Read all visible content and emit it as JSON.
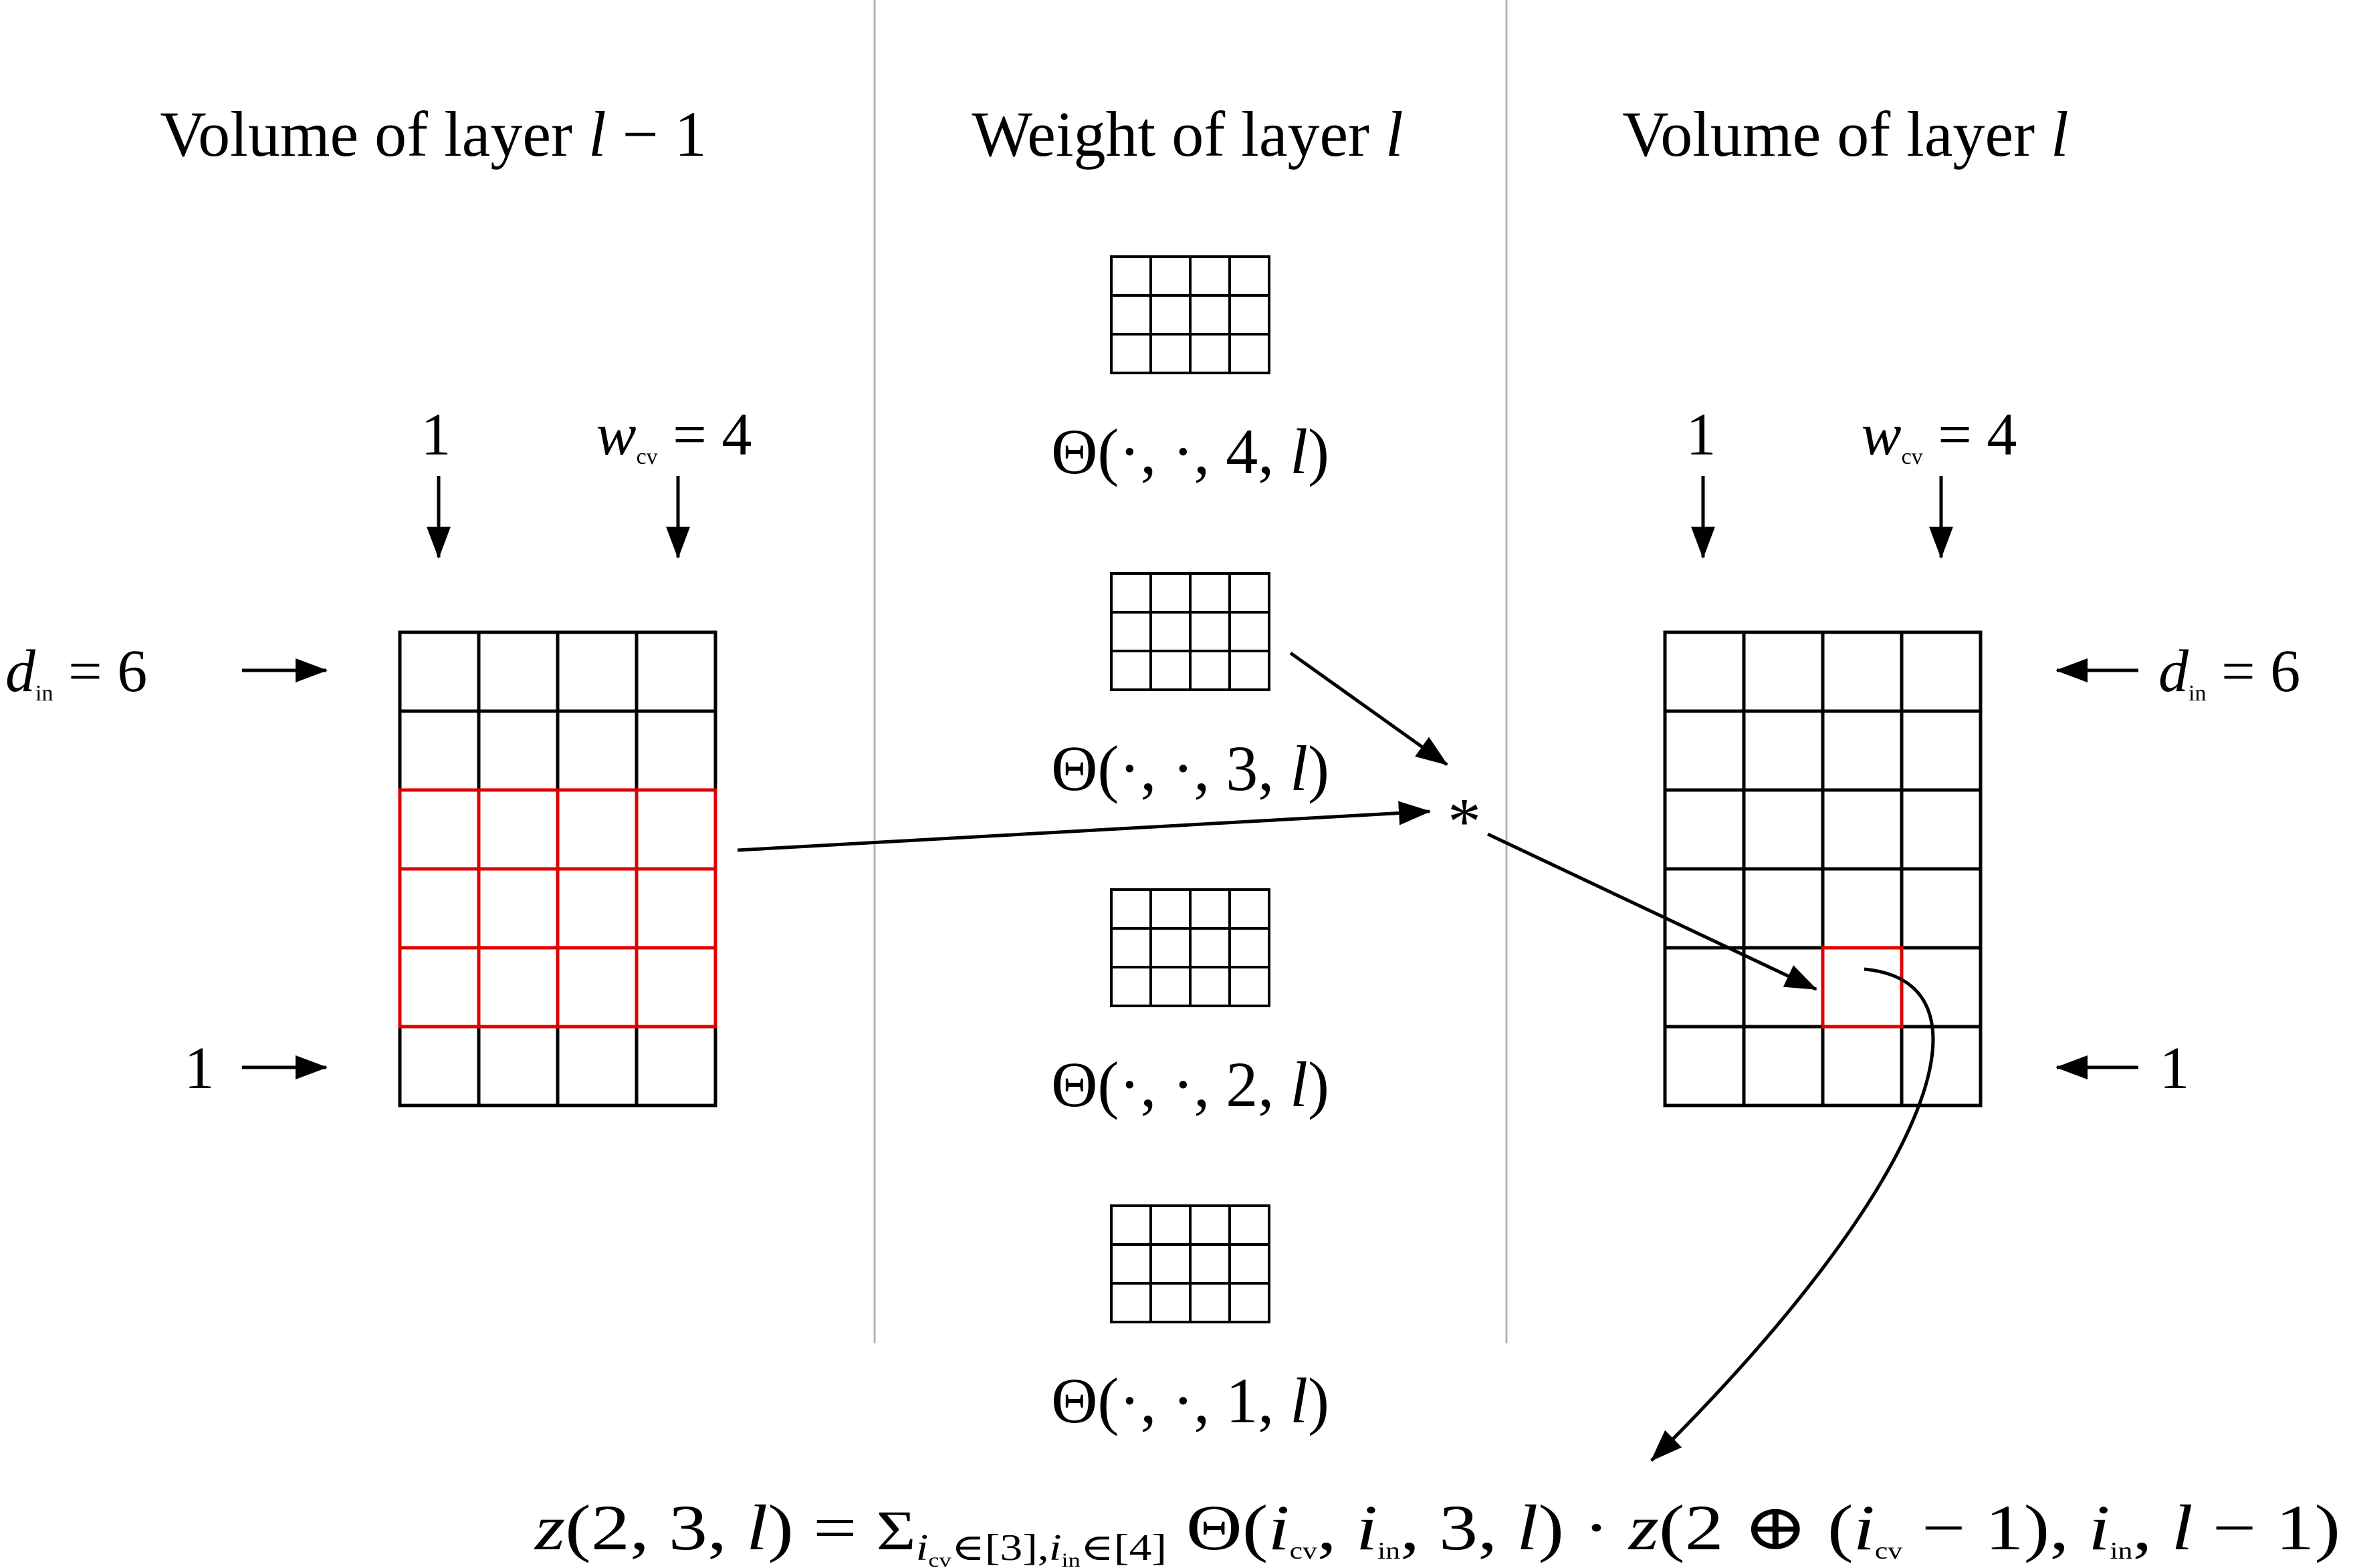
{
  "headers": {
    "left": {
      "text": "Volume of layer ",
      "var": "l",
      "suffix": " − 1"
    },
    "middle": {
      "text": "Weight of layer ",
      "var": "l"
    },
    "right": {
      "text": "Volume of layer ",
      "var": "l"
    }
  },
  "input_volume": {
    "rows": 6,
    "cols": 4,
    "highlighted_rows": [
      3,
      4,
      5
    ],
    "top_label_left": "1",
    "top_label_right": {
      "var": "w",
      "sub": "cv",
      "rest": " = 4"
    },
    "side_label_top": {
      "var": "d",
      "sub": "in",
      "rest": " = 6"
    },
    "side_label_bottom": "1"
  },
  "output_volume": {
    "rows": 6,
    "cols": 4,
    "highlighted_cell": {
      "row": 5,
      "col": 3
    },
    "top_label_left": "1",
    "top_label_right": {
      "var": "w",
      "sub": "cv",
      "rest": " = 4"
    },
    "side_label_top": {
      "var": "d",
      "sub": "in",
      "rest": " = 6"
    },
    "side_label_bottom": "1"
  },
  "weights": [
    {
      "rows": 3,
      "cols": 4,
      "label": {
        "prefix": "Θ(·, ·, 4, ",
        "var": "l",
        "suffix": ")"
      }
    },
    {
      "rows": 3,
      "cols": 4,
      "label": {
        "prefix": "Θ(·, ·, 3, ",
        "var": "l",
        "suffix": ")"
      }
    },
    {
      "rows": 3,
      "cols": 4,
      "label": {
        "prefix": "Θ(·, ·, 2, ",
        "var": "l",
        "suffix": ")"
      }
    },
    {
      "rows": 3,
      "cols": 4,
      "label": {
        "prefix": "Θ(·, ·, 1, ",
        "var": "l",
        "suffix": ")"
      }
    }
  ],
  "operator": "*",
  "formula": {
    "lhs": "z(2, 3, l) = ",
    "sum_symbol": "Σ",
    "sum_index": "i_cv∈[3], i_in∈[4]",
    "rhs": "Θ(i_cv, i_in, 3, l) · z(2 ⊕ (i_cv − 1), i_in, l − 1)"
  },
  "colors": {
    "ink": "#000000",
    "highlight": "#e00000",
    "divider": "#b4b4b4"
  }
}
